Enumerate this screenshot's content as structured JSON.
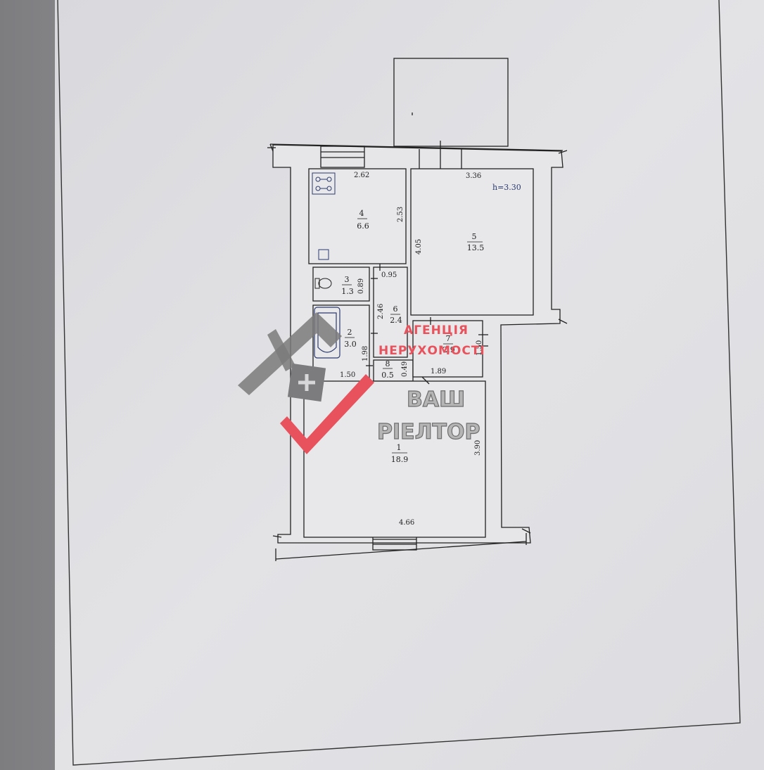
{
  "plan": {
    "ceiling_height": "h=3.30",
    "rooms": [
      {
        "id": "room-1",
        "number": "1",
        "area": "18.9"
      },
      {
        "id": "room-2",
        "number": "2",
        "area": "3.0"
      },
      {
        "id": "room-3",
        "number": "3",
        "area": "1.3"
      },
      {
        "id": "room-4",
        "number": "4",
        "area": "6.6"
      },
      {
        "id": "room-5",
        "number": "5",
        "area": "13.5"
      },
      {
        "id": "room-6",
        "number": "6",
        "area": "2.4"
      },
      {
        "id": "room-7",
        "number": "7",
        "area": "2.9"
      },
      {
        "id": "room-8",
        "number": "8",
        "area": "0.5"
      }
    ],
    "dimensions": {
      "d262": "2.62",
      "d336": "3.36",
      "d253": "2.53",
      "d405": "4.05",
      "d095": "0.95",
      "d089": "0.89",
      "d246": "2.46",
      "d198": "1.98",
      "d150": "1.50",
      "d049": "0.49",
      "d189": "1.89",
      "d150b": "1.50",
      "d390": "3.90",
      "d466": "4.66"
    }
  },
  "watermark": {
    "agency_line1": "АГЕНЦІЯ",
    "agency_line2": "НЕРУХОМОСТІ",
    "brand_line1": "ВАШ",
    "brand_line2": "РІЕЛТОР",
    "accent_color": "#e8525c"
  }
}
